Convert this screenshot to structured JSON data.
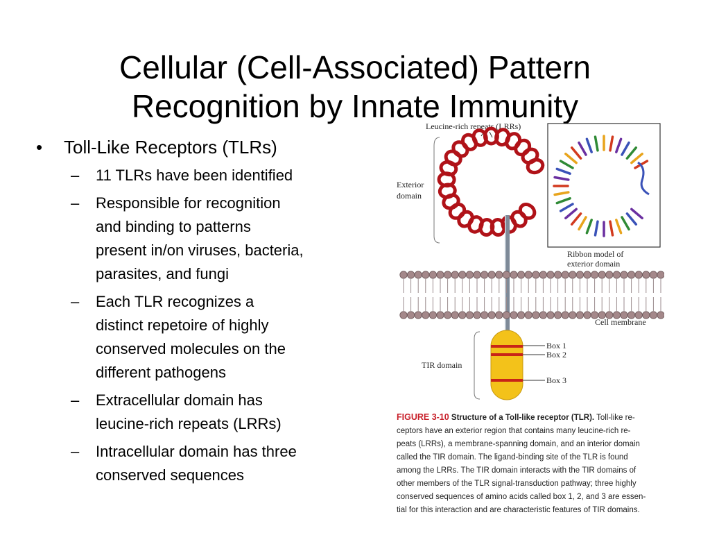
{
  "slide": {
    "title_line1": "Cellular (Cell-Associated) Pattern",
    "title_line2": "Recognition by Innate Immunity"
  },
  "bullets": {
    "main": "Toll-Like Receptors (TLRs)",
    "main_marker": "•",
    "sub_marker": "–",
    "sub": [
      {
        "lines": [
          "11 TLRs have been identified"
        ]
      },
      {
        "lines": [
          "Responsible for recognition",
          "and binding to patterns",
          "present in/on viruses, bacteria,",
          "parasites, and fungi"
        ]
      },
      {
        "lines": [
          "Each TLR recognizes a",
          "distinct repetoire of highly",
          "conserved molecules on the",
          "different pathogens"
        ]
      },
      {
        "lines": [
          "Extracellular domain has",
          "leucine-rich repeats (LRRs)"
        ]
      },
      {
        "lines": [
          "Intracellular domain has three",
          "conserved sequences"
        ]
      }
    ]
  },
  "figure": {
    "label_lrr": "Leucine-rich repeats (LRRs)",
    "label_exterior_1": "Exterior",
    "label_exterior_2": "domain",
    "label_ribbon_1": "Ribbon model of",
    "label_ribbon_2": "exterior domain",
    "label_membrane": "Cell membrane",
    "label_tir": "TIR domain",
    "label_box1": "Box 1",
    "label_box2": "Box 2",
    "label_box3": "Box 3",
    "colors": {
      "lrr": "#b01218",
      "stalk": "#7e8a98",
      "lipid": "#a4888a",
      "tir": "#f3c21a",
      "box": "#c82418"
    }
  },
  "caption": {
    "fig_number": "FIGURE 3-10",
    "fig_title": "Structure of a Toll-like receptor (TLR).",
    "lines": [
      "Toll-like re-",
      "ceptors have an exterior region that contains many leucine-rich re-",
      "peats (LRRs), a membrane-spanning domain, and an interior domain",
      "called the TIR domain. The ligand-binding site of the TLR is found",
      "among the LRRs. The TIR domain interacts with the TIR domains of",
      "other members of the TLR signal-transduction pathway; three highly",
      "conserved sequences of amino acids called box 1, 2, and 3 are essen-",
      "tial for this interaction and are characteristic features of TIR domains."
    ]
  }
}
